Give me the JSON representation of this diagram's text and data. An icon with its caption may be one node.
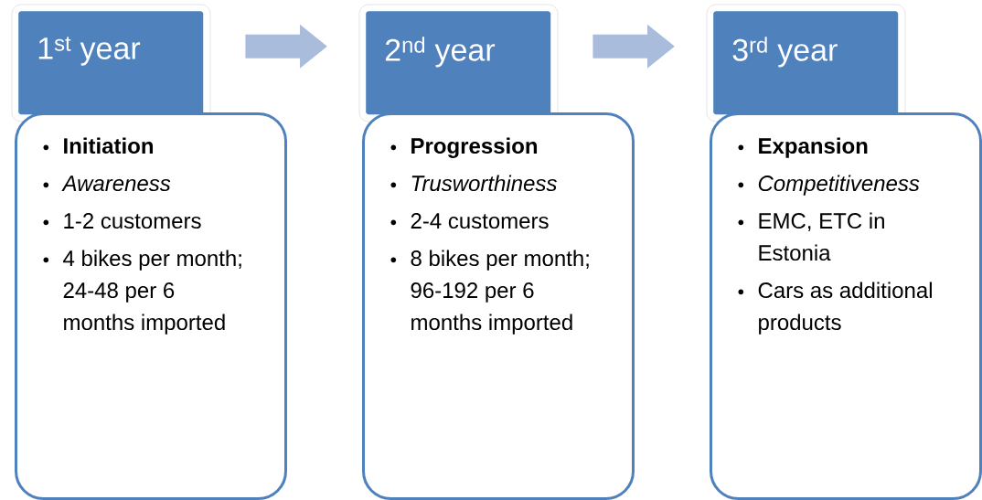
{
  "diagram": {
    "nodes": [
      {
        "text": [
          "1$^{st}$ year"
        ]
      },
      {
        "text": [
          "Initiation",
          "Awareness",
          "1-2 customers",
          "4 bikes per month; 24-48 per 6 months imported"
        ]
      },
      {
        "text": [
          "2$^{nd}$ year"
        ]
      },
      {
        "text": [
          "Progression",
          "Trusworthiness",
          "2-4 customers",
          "8 bikes per month; 96-192 per 6 months imported"
        ]
      },
      {
        "text": [
          "3$^{rd}$ year"
        ]
      },
      {
        "text": [
          "Expansion",
          "Competitiveness",
          "EMC, ETC in Estonia",
          "Cars as additional products"
        ]
      }
    ],
    "edges": [
      {
        "from": 0,
        "to": 2,
        "arrow": "to"
      },
      {
        "from": 2,
        "to": 4,
        "arrow": "to"
      }
    ]
  }
}
